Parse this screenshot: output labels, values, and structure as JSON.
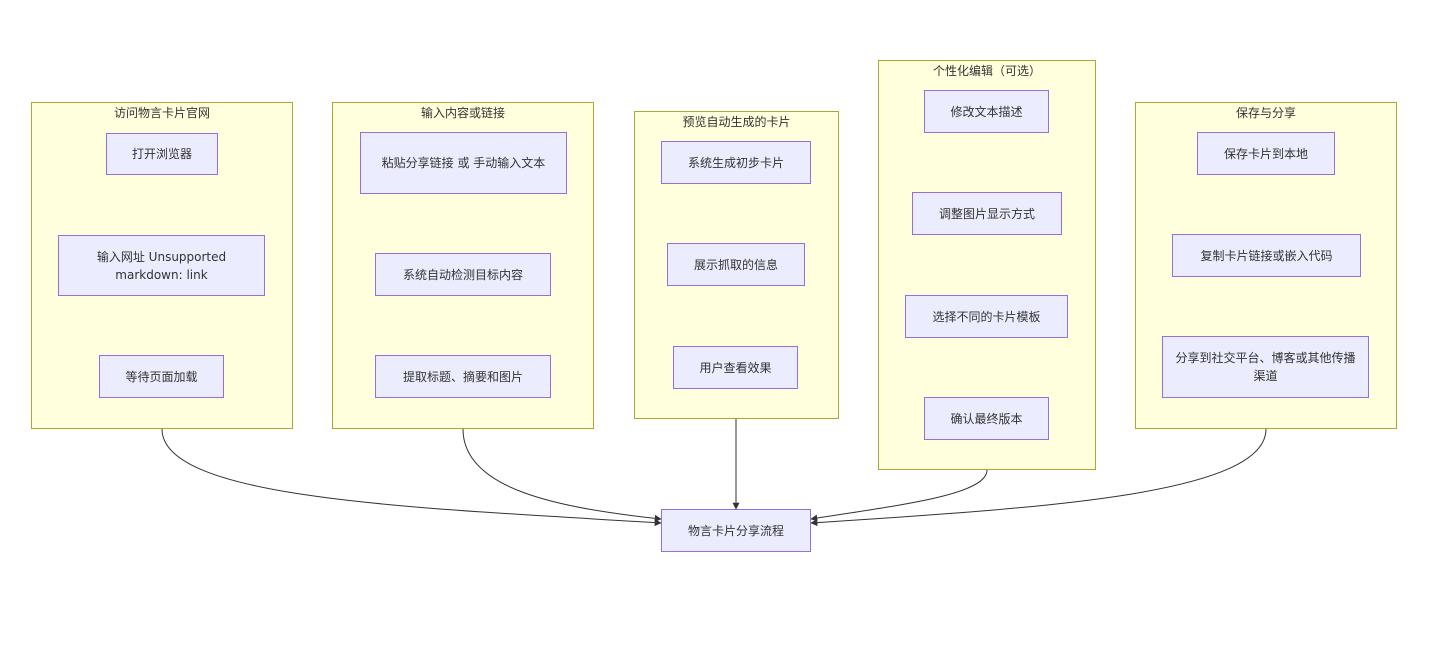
{
  "colors": {
    "cluster_fill": "#ffffde",
    "cluster_border": "#aaaa33",
    "node_fill": "#ececff",
    "node_border": "#9370db",
    "edge": "#333333",
    "text": "#333333"
  },
  "clusters": {
    "c1": {
      "title": "访问物言卡片官网"
    },
    "c2": {
      "title": "输入内容或链接"
    },
    "c3": {
      "title": "预览自动生成的卡片"
    },
    "c4": {
      "title": "个性化编辑（可选）"
    },
    "c5": {
      "title": "保存与分享"
    }
  },
  "nodes": {
    "a1": "打开浏览器",
    "a2": "输入网址 Unsupported markdown: link",
    "a3": "等待页面加载",
    "b1": "粘贴分享链接 或 手动输入文本",
    "b2": "系统自动检测目标内容",
    "b3": "提取标题、摘要和图片",
    "c1": "系统生成初步卡片",
    "c2": "展示抓取的信息",
    "c3": "用户查看效果",
    "d1": "修改文本描述",
    "d2": "调整图片显示方式",
    "d3": "选择不同的卡片模板",
    "d4": "确认最终版本",
    "e1": "保存卡片到本地",
    "e2": "复制卡片链接或嵌入代码",
    "e3": "分享到社交平台、博客或其他传播渠道",
    "final": "物言卡片分享流程"
  }
}
